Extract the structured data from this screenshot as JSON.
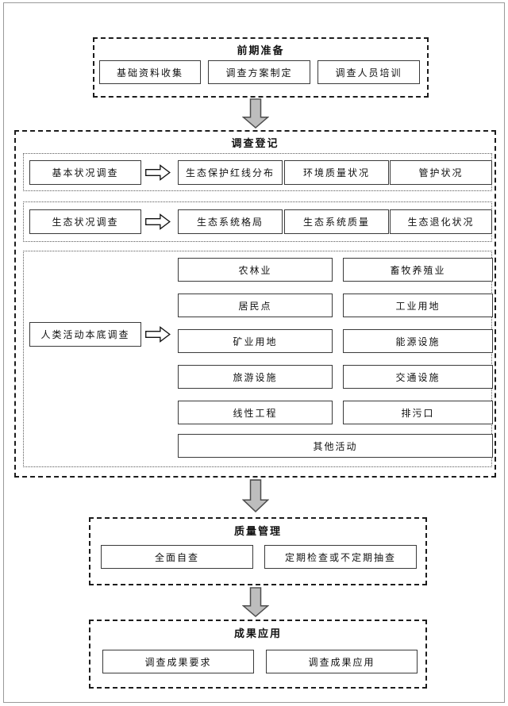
{
  "sections": {
    "preparation": {
      "title": "前期准备",
      "items": [
        "基础资料收集",
        "调查方案制定",
        "调查人员培训"
      ]
    },
    "registration": {
      "title": "调查登记",
      "rows": [
        {
          "source": "基本状况调查",
          "targets": [
            "生态保护红线分布",
            "环境质量状况",
            "管护状况"
          ]
        },
        {
          "source": "生态状况调查",
          "targets": [
            "生态系统格局",
            "生态系统质量",
            "生态退化状况"
          ]
        },
        {
          "source": "人类活动本底调查",
          "targets": [
            "农林业",
            "畜牧养殖业",
            "居民点",
            "工业用地",
            "矿业用地",
            "能源设施",
            "旅游设施",
            "交通设施",
            "线性工程",
            "排污口",
            "其他活动"
          ]
        }
      ]
    },
    "quality": {
      "title": "质量管理",
      "items": [
        "全面自查",
        "定期检查或不定期抽查"
      ]
    },
    "application": {
      "title": "成果应用",
      "items": [
        "调查成果要求",
        "调查成果应用"
      ]
    }
  },
  "icons": {
    "down_arrow": "block-arrow-down",
    "right_arrow": "block-arrow-right"
  },
  "colors": {
    "box_border": "#3a3a3a",
    "down_arrow_fill": "#bdbdbd",
    "right_arrow_fill": "#ffffff"
  }
}
